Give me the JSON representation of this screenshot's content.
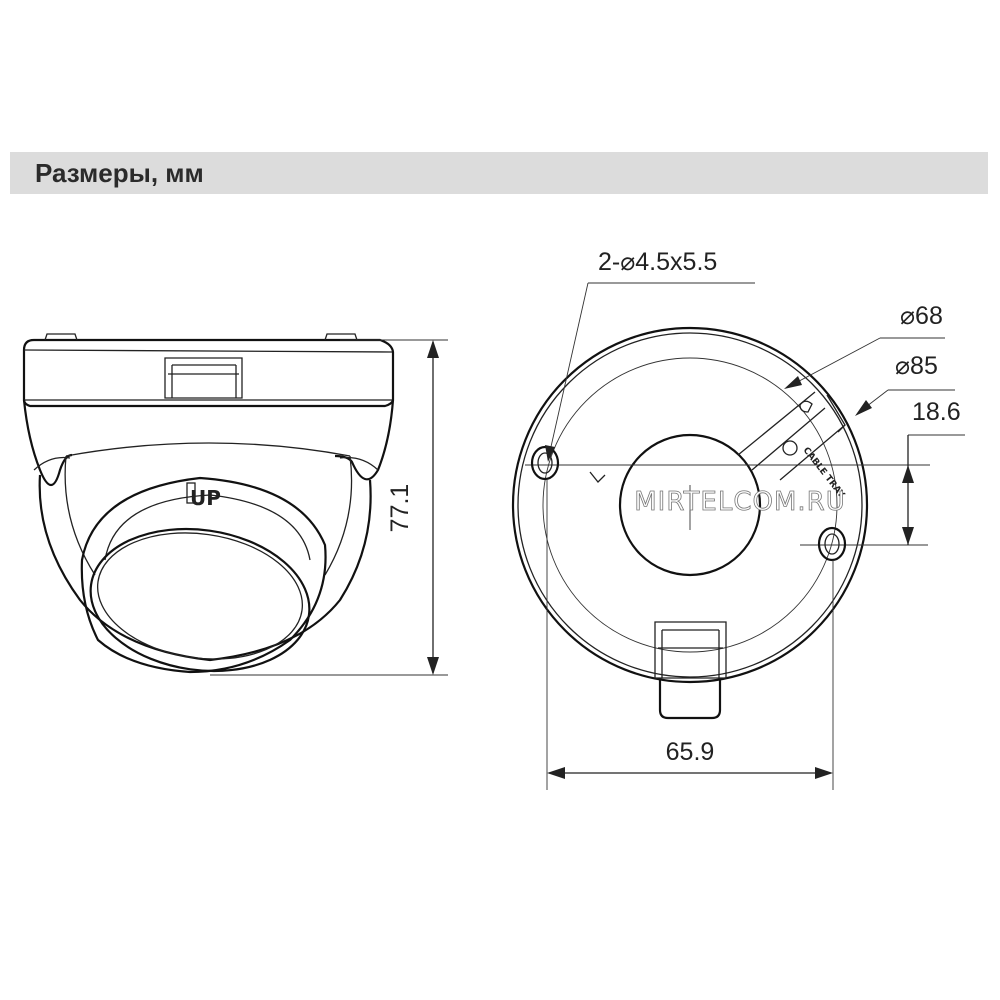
{
  "header": {
    "title": "Размеры, мм"
  },
  "dimensions": {
    "height": "77.1",
    "hole_spec": "2-⌀4.5x5.5",
    "diameter_inner": "⌀68",
    "diameter_outer": "⌀85",
    "hole_offset": "18.6",
    "hole_spacing": "65.9"
  },
  "labels": {
    "cable_tray": "CABLE TRAY",
    "lens_mark": "UP",
    "watermark": "MIRTELCOM.RU"
  }
}
